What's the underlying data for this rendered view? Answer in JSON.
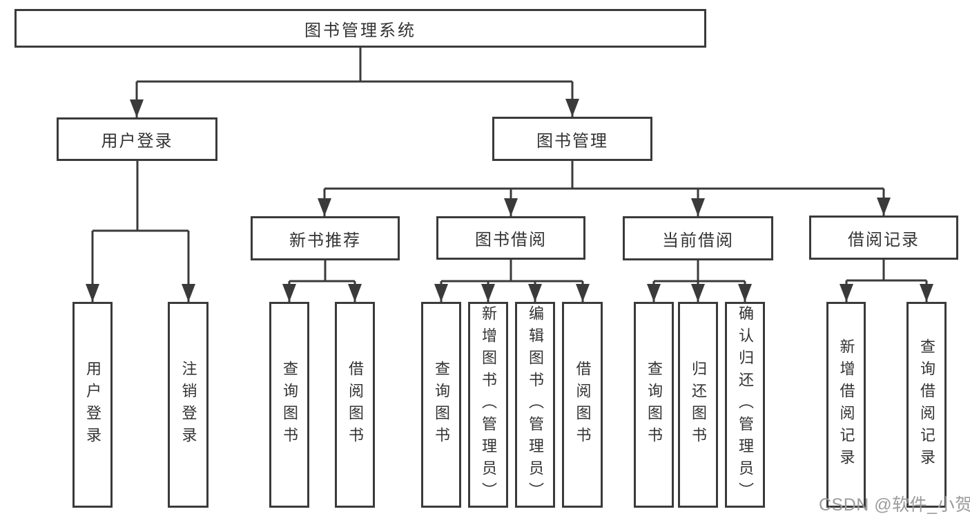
{
  "tree": {
    "root": {
      "label": "图书管理系统"
    },
    "branches": [
      {
        "label": "用户登录",
        "children": [
          {
            "label": "用户登录"
          },
          {
            "label": "注销登录"
          }
        ]
      },
      {
        "label": "图书管理",
        "children": [
          {
            "label": "新书推荐",
            "children": [
              {
                "label": "查询图书"
              },
              {
                "label": "借阅图书"
              }
            ]
          },
          {
            "label": "图书借阅",
            "children": [
              {
                "label": "查询图书"
              },
              {
                "label": "新增图书（管理员）"
              },
              {
                "label": "编辑图书（管理员）"
              },
              {
                "label": "借阅图书"
              }
            ]
          },
          {
            "label": "当前借阅",
            "children": [
              {
                "label": "查询图书"
              },
              {
                "label": "归还图书"
              },
              {
                "label": "确认归还（管理员）"
              }
            ]
          },
          {
            "label": "借阅记录",
            "children": [
              {
                "label": "新增借阅记录"
              },
              {
                "label": "查询借阅记录"
              }
            ]
          }
        ]
      }
    ]
  },
  "watermark": {
    "text": "CSDN @软件_小贺同学"
  },
  "colors": {
    "line": "#3a3a3a",
    "text": "#333333",
    "background": "#ffffff",
    "watermark": "#9b9b9b"
  }
}
